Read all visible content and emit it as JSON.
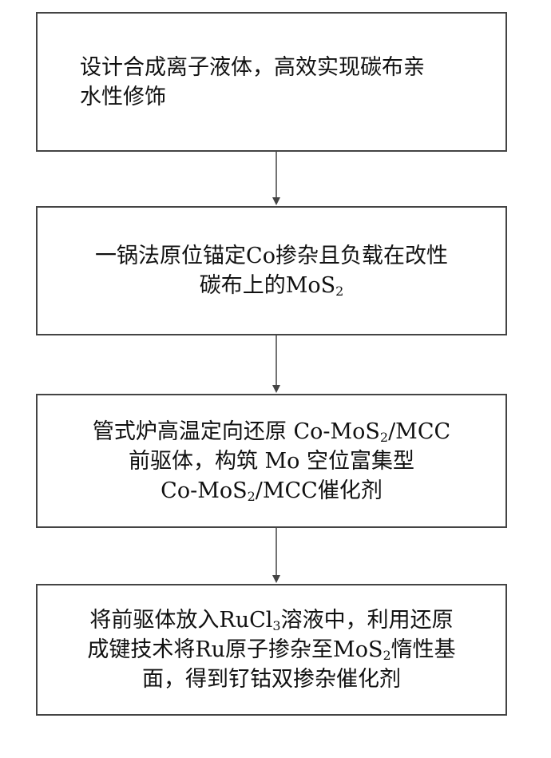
{
  "steps": [
    {
      "lines": [
        [
          {
            "t": "设计合成离子液体，高效实现碳布亲"
          }
        ],
        [
          {
            "t": "水性修饰"
          }
        ]
      ]
    },
    {
      "lines": [
        [
          {
            "t": "一锅法原位锚定Co掺杂且负载在改性"
          }
        ],
        [
          {
            "t": "碳布上的MoS"
          },
          {
            "sub": "2"
          }
        ]
      ]
    },
    {
      "lines": [
        [
          {
            "t": "管式炉高温定向还原 Co-MoS"
          },
          {
            "sub": "2"
          },
          {
            "t": "/MCC"
          }
        ],
        [
          {
            "t": "前驱体，构筑 Mo 空位富集型"
          }
        ],
        [
          {
            "t": "Co-MoS"
          },
          {
            "sub": "2"
          },
          {
            "t": "/MCC催化剂"
          }
        ]
      ]
    },
    {
      "lines": [
        [
          {
            "t": "将前驱体放入RuCl"
          },
          {
            "sub": "3"
          },
          {
            "t": "溶液中，利用还原"
          }
        ],
        [
          {
            "t": "成键技术将Ru原子掺杂至MoS"
          },
          {
            "sub": "2"
          },
          {
            "t": "惰性基"
          }
        ],
        [
          {
            "t": "面，得到钌钴双掺杂催化剂"
          }
        ]
      ]
    }
  ]
}
